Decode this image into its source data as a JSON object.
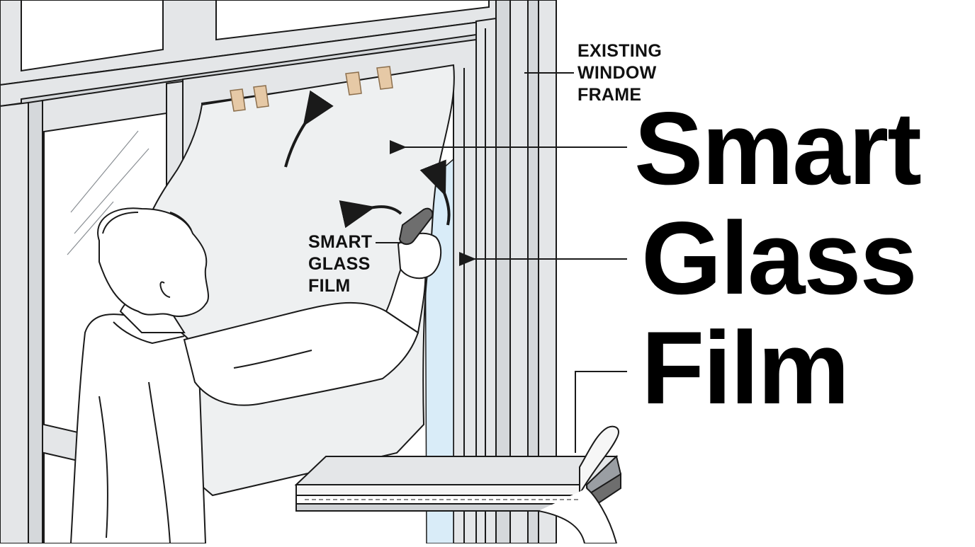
{
  "labels": {
    "existing_window_frame": [
      "EXISTING",
      "WINDOW",
      "FRAME"
    ],
    "smart_glass_film": [
      "SMART",
      "GLASS",
      "FILM"
    ]
  },
  "title": {
    "lines": [
      "Smart",
      "Glass",
      "Film"
    ]
  },
  "colors": {
    "frame_fill": "#e4e6e8",
    "outline": "#1a1a1a",
    "film_fill": "#eef0f1",
    "glass_tint": "#d9ecf8",
    "tape": "#e6c9a6",
    "squeegee": "#6e6e6e",
    "shirt": "#ffffff"
  },
  "icons": [
    "arrow-curved-up-icon",
    "squeegee-icon",
    "tape-strip-icon",
    "leader-arrow-icon",
    "film-layer-stack-icon"
  ]
}
